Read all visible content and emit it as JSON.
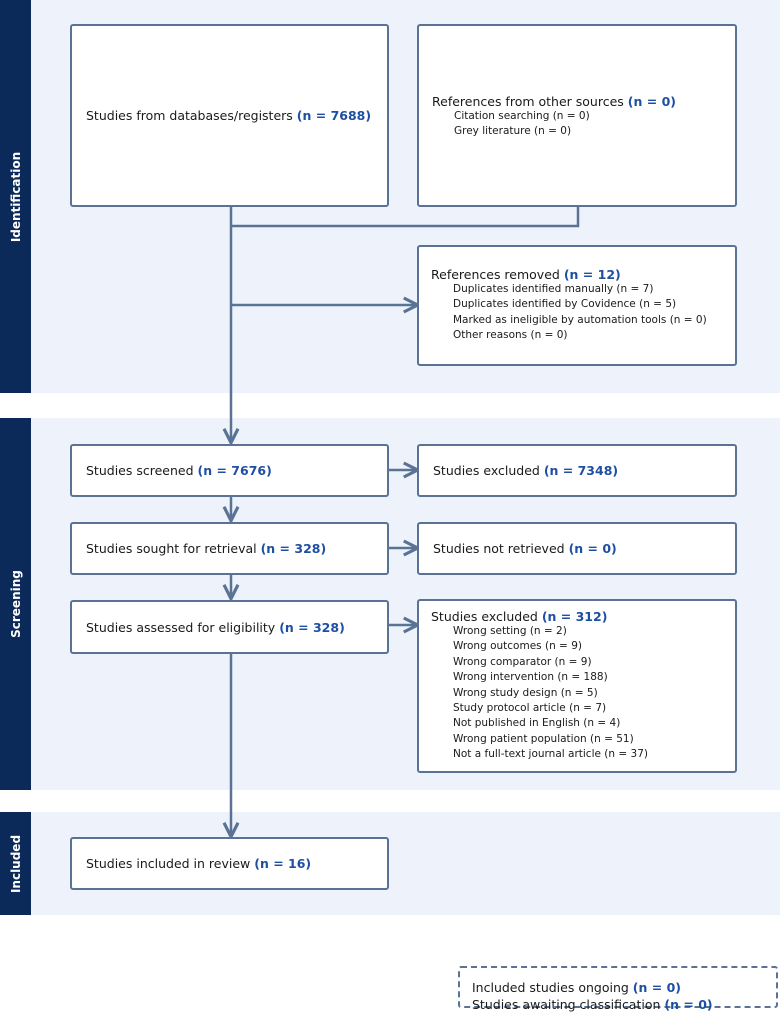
{
  "sections": {
    "identification": "Identification",
    "screening": "Screening",
    "included": "Included"
  },
  "boxes": {
    "databases": {
      "label": "Studies from databases/registers",
      "n": "(n = 7688)"
    },
    "other_sources": {
      "label": "References from other sources",
      "n": "(n = 0)",
      "items": [
        "Citation searching (n = 0)",
        "Grey literature (n = 0)"
      ]
    },
    "removed": {
      "label": "References removed",
      "n": "(n = 12)",
      "items": [
        "Duplicates identified manually (n = 7)",
        "Duplicates identified by Covidence (n = 5)",
        "Marked as ineligible by automation tools (n = 0)",
        "Other reasons (n = 0)"
      ]
    },
    "screened": {
      "label": "Studies screened",
      "n": "(n = 7676)"
    },
    "excluded_screen": {
      "label": "Studies excluded",
      "n": "(n = 7348)"
    },
    "sought": {
      "label": "Studies sought for retrieval",
      "n": "(n = 328)"
    },
    "not_retrieved": {
      "label": "Studies not retrieved",
      "n": "(n = 0)"
    },
    "assessed": {
      "label": "Studies assessed for eligibility",
      "n": "(n = 328)"
    },
    "excluded_full": {
      "label": "Studies excluded",
      "n": "(n = 312)",
      "items": [
        "Wrong setting (n = 2)",
        "Wrong outcomes (n = 9)",
        "Wrong comparator (n = 9)",
        "Wrong intervention (n = 188)",
        "Wrong study design (n = 5)",
        "Study protocol article (n = 7)",
        "Not published in English (n = 4)",
        "Wrong patient population (n = 51)",
        "Not a full-text journal article (n = 37)"
      ]
    },
    "included_review": {
      "label": "Studies included in review",
      "n": "(n = 16)"
    },
    "ongoing": {
      "label": "Included studies ongoing",
      "n": "(n = 0)"
    },
    "awaiting": {
      "label": "Studies awaiting classification",
      "n": "(n = 0)"
    }
  },
  "colors": {
    "band": "#edf2fb",
    "sidebar": "#0c2a59",
    "connector": "#5a7394",
    "count": "#1f4fa3"
  }
}
